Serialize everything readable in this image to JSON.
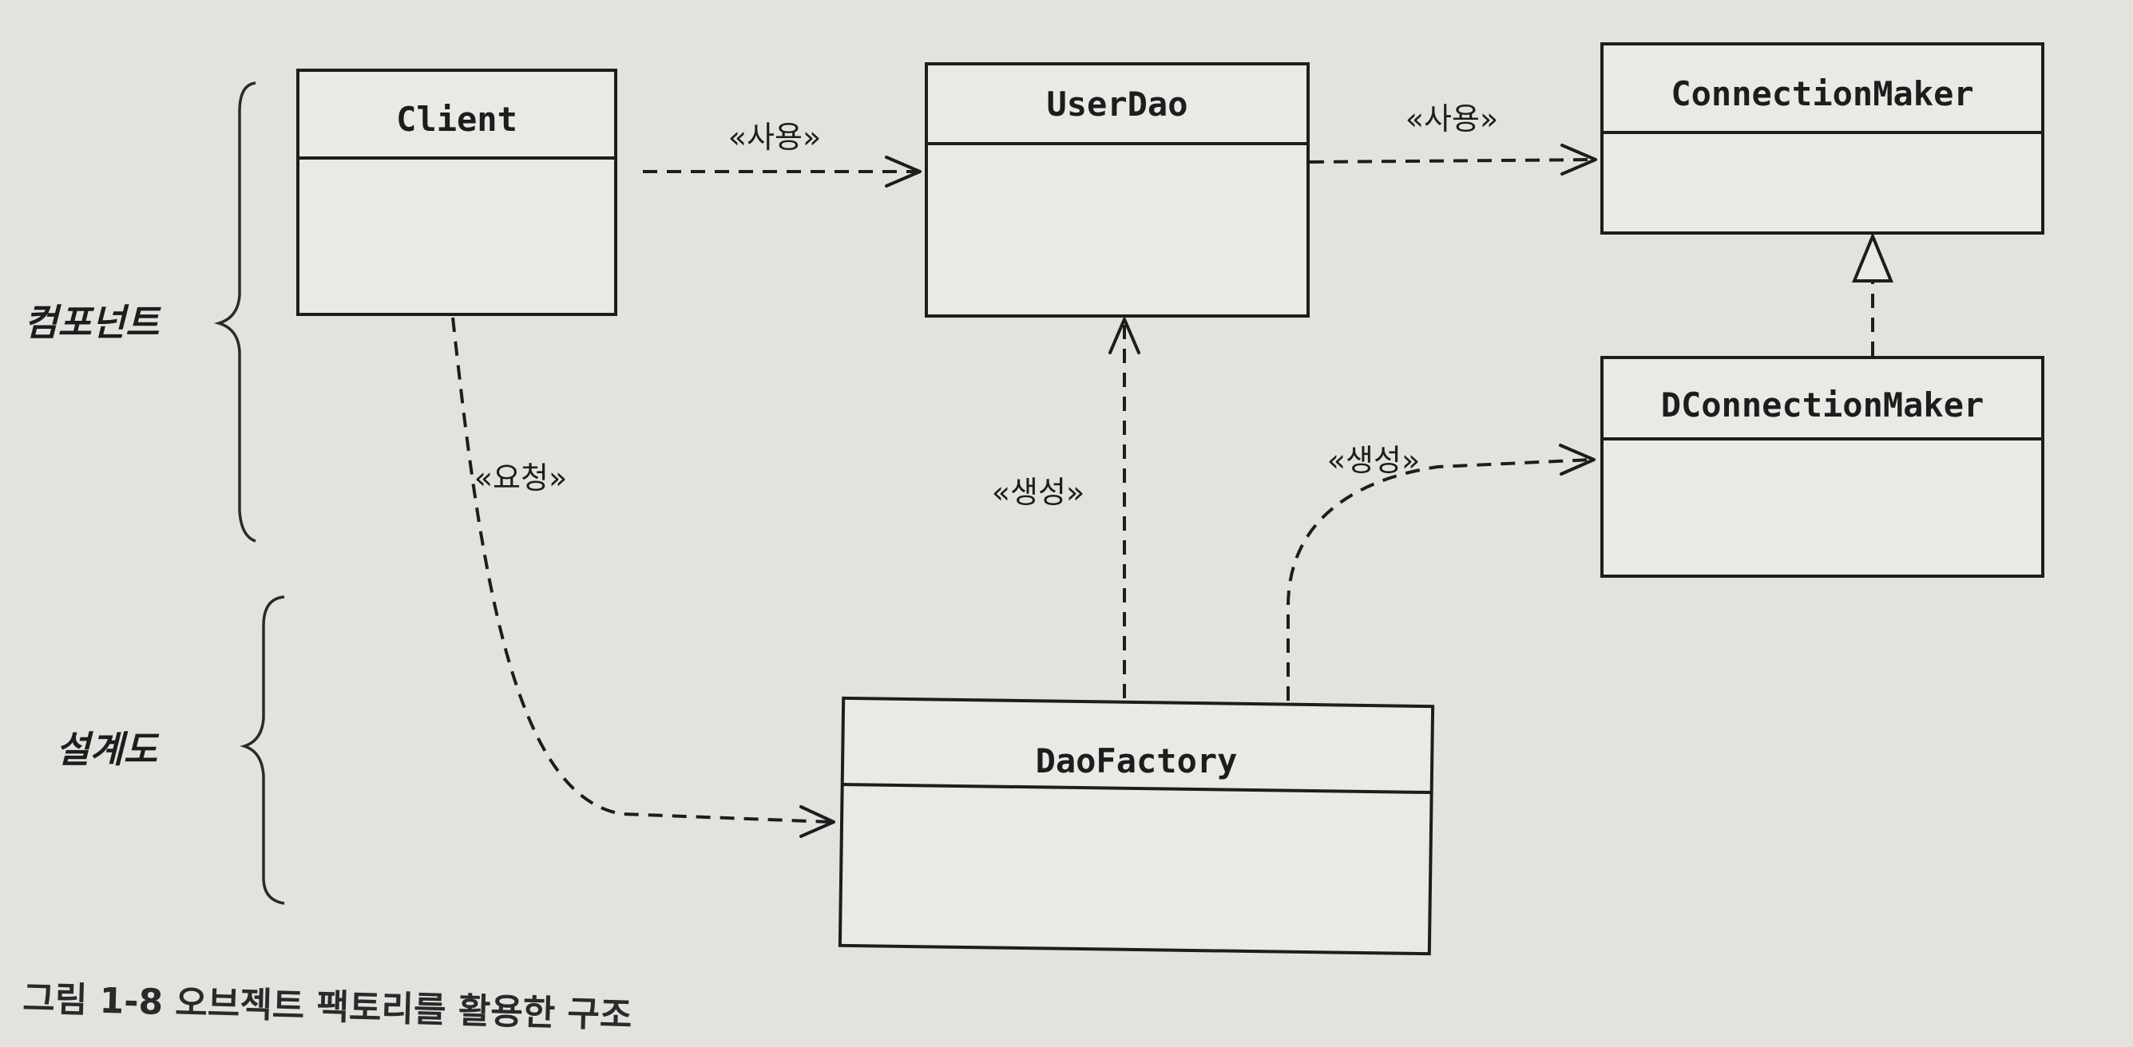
{
  "diagram": {
    "classes": {
      "client": "Client",
      "user_dao": "UserDao",
      "connection_maker": "ConnectionMaker",
      "d_connection_maker": "DConnectionMaker",
      "dao_factory": "DaoFactory"
    },
    "relations": {
      "client_uses_userdao": "«사용»",
      "userdao_uses_connectionmaker": "«사용»",
      "client_requests_daofactory": "«요청»",
      "daofactory_creates_userdao": "«생성»",
      "daofactory_creates_dconnectionmaker": "«생성»"
    },
    "groups": {
      "component": "컴포넌트",
      "blueprint": "설계도"
    }
  },
  "caption": "그림 1-8 오브젝트 팩토리를 활용한 구조"
}
